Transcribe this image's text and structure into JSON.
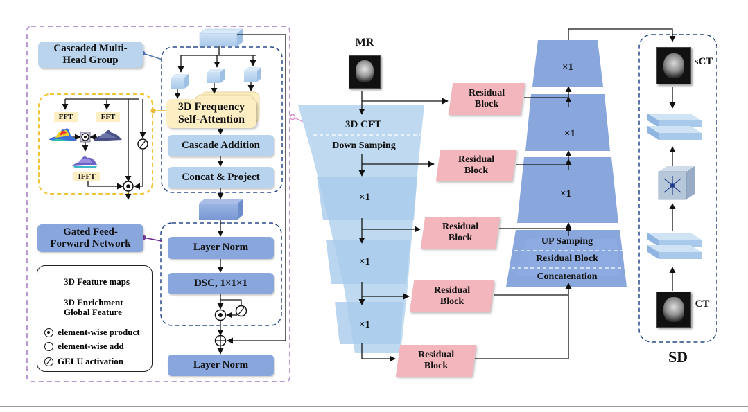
{
  "left_panel": {
    "cascaded_group_label": "Cascaded Multi-\nHead Group",
    "fft_left": "FFT",
    "fft_right": "FFT",
    "ifft": "IFFT",
    "fsa_label": "3D Frequency\nSelf-Attention",
    "cascade_addition": "Cascade Addition",
    "concat_project": "Concat & Project",
    "gated_ffn_label": "Gated Feed-\nForward Network",
    "layer_norm_1": "Layer Norm",
    "dsc": "DSC, 1×1×1",
    "layer_norm_2": "Layer Norm"
  },
  "legend": {
    "feature_maps": "3D Feature maps",
    "enrichment": "3D Enrichment\nGlobal Feature",
    "product": "element-wise product",
    "add": "element-wise add",
    "gelu": "GELU activation"
  },
  "encoder": {
    "input_label": "MR",
    "cft": "3D CFT",
    "down": "Down Samping",
    "x1_a": "×1",
    "x1_b": "×1",
    "x1_c": "×1"
  },
  "residual_blocks": [
    "Residual\nBlock",
    "Residual\nBlock",
    "Residual\nBlock",
    "Residual\nBlock",
    "Residual\nBlock"
  ],
  "decoder": {
    "x1_a": "×1",
    "x1_b": "×1",
    "x1_c": "×1",
    "up": "UP Samping",
    "residual": "Residual Block",
    "concat": "Concatenation"
  },
  "sd_panel": {
    "sct_label": "sCT",
    "ct_label": "CT",
    "title": "SD"
  },
  "colors": {
    "light_blue": "#b9d4ec",
    "mid_blue": "#8aa7dd",
    "pink": "#f3b6bd",
    "yellow": "#fdeec4",
    "purple_dash": "#b99ad6",
    "navy_dash": "#2a4a8a"
  }
}
